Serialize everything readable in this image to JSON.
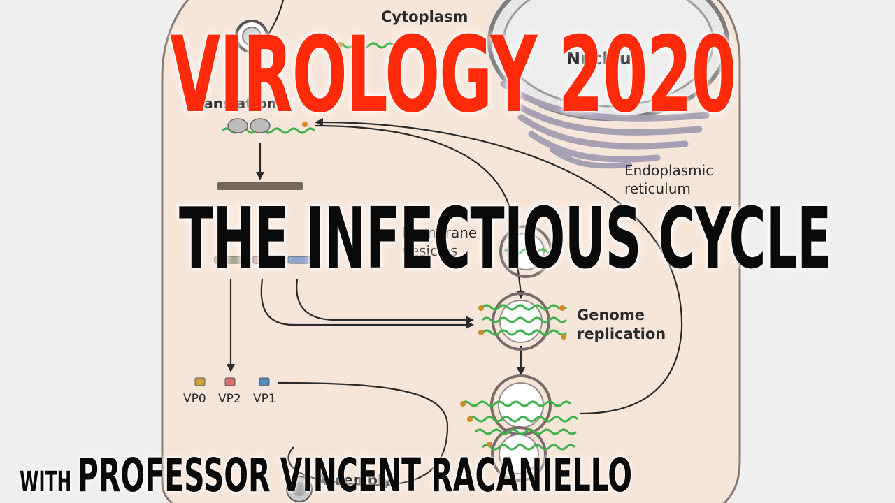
{
  "title": "VIROLOGY 2020",
  "subtitle": "THE INFECTIOUS CYCLE",
  "byline": {
    "prefix": "WITH",
    "name": "PROFESSOR VINCENT RACANIELLO"
  },
  "diagram": {
    "labels": {
      "cytoplasm": "Cytoplasm",
      "nucleus": "Nucleus",
      "translation": "Translation",
      "er_line1": "Endoplasmic",
      "er_line2": "reticulum",
      "membrane_line1": "Membrane",
      "membrane_line2": "vesicles",
      "genome_line1": "Genome",
      "genome_line2": "replication",
      "vp0": "VP0",
      "vp2": "VP2",
      "vp1": "VP1",
      "assembly": "Assembly"
    },
    "colors": {
      "cell_fill": "#f6e6da",
      "cell_stroke": "#8a7a70",
      "rna": "#3db24a",
      "polyprotein": "#75685a",
      "vp0": "#c9a23a",
      "vp2": "#d8706a",
      "vp1": "#4f8dbe",
      "cap": "#d18b2a"
    }
  }
}
